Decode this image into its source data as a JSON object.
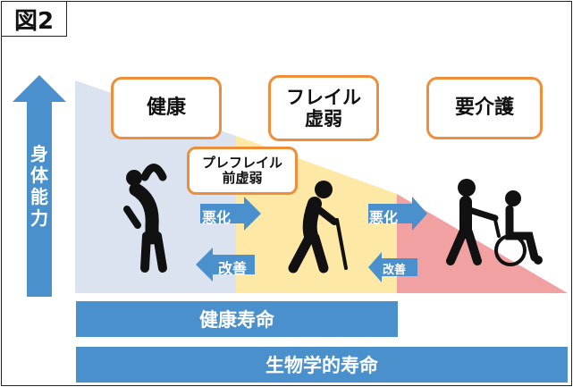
{
  "figure": {
    "label": "図2"
  },
  "axis": {
    "ability_label": "身体能力"
  },
  "stages": {
    "healthy": "健康",
    "frail": "フレイル\n虚弱",
    "care": "要介護",
    "prefrail": "プレフレイル\n前虚弱"
  },
  "arrows": {
    "worsen_1": "悪化",
    "improve_1": "改善",
    "worsen_2": "悪化",
    "improve_2": "改善"
  },
  "bars": {
    "healthy_life": "健康寿命",
    "biological_life": "生物学的寿命"
  },
  "colors": {
    "healthy_zone": "#dbe3f1",
    "frail_zone": "#fde8a6",
    "care_zone": "#f2a1a3",
    "box_border": "#ef8e3a",
    "arrow": "#4a90cc",
    "bar": "#4a90cc",
    "figure": "#111111"
  },
  "icons": [
    "stretching-person-icon",
    "walking-cane-person-icon",
    "caregiver-wheelchair-icon"
  ]
}
